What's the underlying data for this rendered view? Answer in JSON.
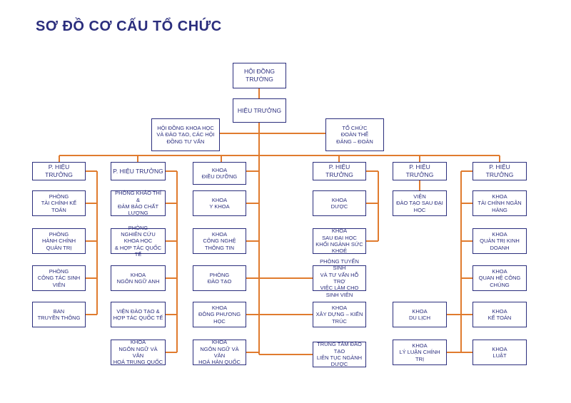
{
  "title": "SƠ ĐỒ CƠ CẤU TỔ CHỨC",
  "colors": {
    "box_border": "#2b2e7d",
    "text": "#2b2e7d",
    "connector": "#e07b2e"
  },
  "nodes": {
    "hdt": "Hội đồng trường",
    "ht": "Hiệu trưởng",
    "hdkh": "Hội đồng khoa học\nvà đào tạo, các hội\nđồng tư vấn",
    "tc": "Tổ chức\nđoàn thể\nĐảng – Đoàn",
    "ph1": "P. Hiệu trưởng",
    "ph2": "P. Hiệu trưởng",
    "kdd": "Khoa\nĐiều dưỡng",
    "ph3": "P. Hiệu trưởng",
    "ph4": "P. Hiệu trưởng",
    "ph5": "P. Hiệu trưởng",
    "c1_1": "Phòng\nTài chính kế toán",
    "c1_2": "Phòng\nHành chính quản trị",
    "c1_3": "Phòng\nCông tác sinh viên",
    "c1_4": "Ban\nTruyền thông",
    "c2_1": "Phòng khảo thí &\nđảm bảo chất lượng",
    "c2_2": "Phòng\nnghiên cứu khoa học\n& hợp tác quốc tế",
    "c2_3": "Khoa\nNgôn ngữ Anh",
    "c2_4": "Viện đào tạo &\nhợp tác quốc tế",
    "c2_5": "Khoa\nNgôn ngữ và văn\nhoá Trung Quốc",
    "m_1": "Khoa\nY khoa",
    "m_2": "Khoa\nCông nghệ thông tin",
    "m_3": "Phòng\nĐào tạo",
    "m_4": "Khoa\nĐông phương học",
    "m_5": "Khoa\nNgôn ngữ và văn\nhoá Hàn Quốc",
    "c3_1": "Khoa\nDược",
    "c3_2": "Khoa\nSau đại học\nkhối ngành sức khoẻ",
    "c3_3": "Phòng tuyển sinh\nvà tư vấn hỗ trợ\nviệc làm cho sinh viên",
    "c3_4": "Khoa\nXây dựng – Kiến trúc",
    "c3_5": "Trung tâm đào tạo\nliên tục ngành dược",
    "c4_1": "Viện\nĐào tạo sau đại học",
    "c4_2": "Khoa\nDu lịch",
    "c4_3": "Khoa\nLý luận chính trị",
    "c5_1": "Khoa\nTài chính ngân hàng",
    "c5_2": "Khoa\nQuản trị kinh doanh",
    "c5_3": "Khoa\nQuan hệ công chúng",
    "c5_4": "Khoa\nKế toán",
    "c5_5": "Khoa\nLuật"
  }
}
